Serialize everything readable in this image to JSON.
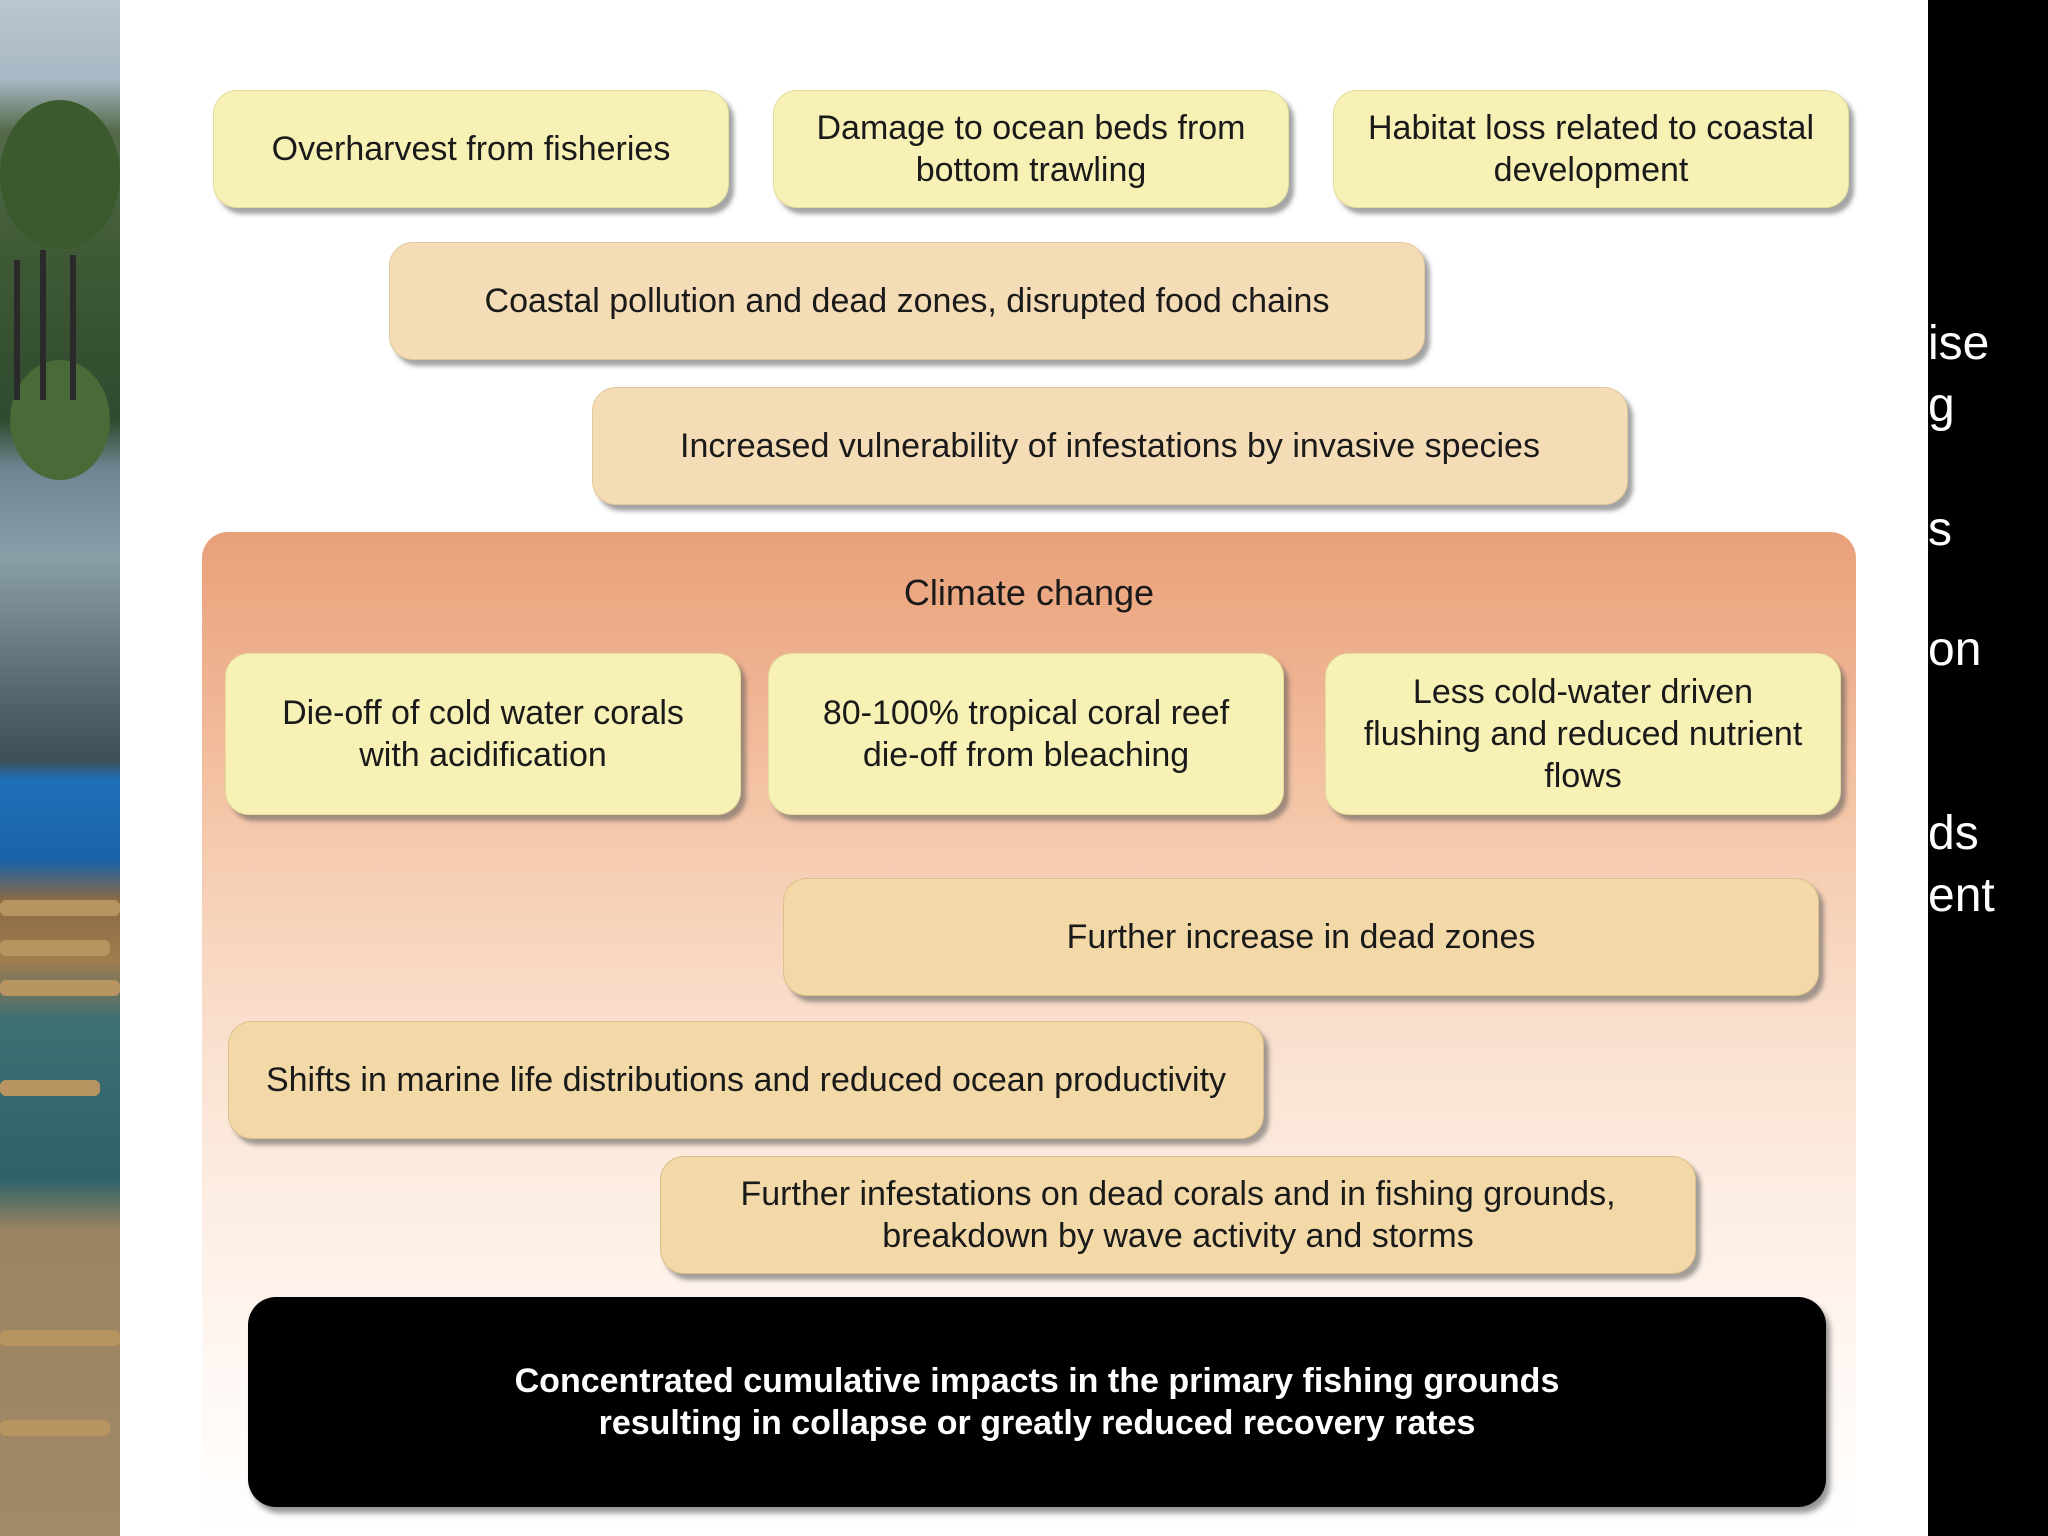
{
  "diagram": {
    "top_row": [
      "Overharvest from fisheries",
      "Damage to ocean beds from bottom trawling",
      "Habitat loss related to coastal development"
    ],
    "coastal_pollution": "Coastal pollution and dead zones, disrupted food chains",
    "invasive_vulnerability": "Increased vulnerability of infestations by invasive species",
    "climate": {
      "title": "Climate change",
      "effects": [
        "Die-off of cold water corals with acidification",
        "80-100% tropical coral reef die-off from bleaching",
        "Less cold-water driven flushing and reduced nutrient flows"
      ],
      "dead_zones": "Further increase in dead zones",
      "marine_shifts": "Shifts in marine life distributions and reduced ocean productivity",
      "further_infestations": "Further infestations on dead corals and in fishing grounds, breakdown by wave activity and storms"
    },
    "outcome": "Concentrated cumulative impacts in the primary fishing grounds resulting in collapse or greatly reduced recovery rates"
  },
  "right_text_fragments": [
    "ise",
    "g",
    "s",
    "on",
    "ds",
    "ent"
  ],
  "colors": {
    "yellow_box": "#f7f1b5",
    "tan_box": "#f4dcb6",
    "climate_panel_top": "#e8a07a",
    "outcome_box": "#000000"
  }
}
